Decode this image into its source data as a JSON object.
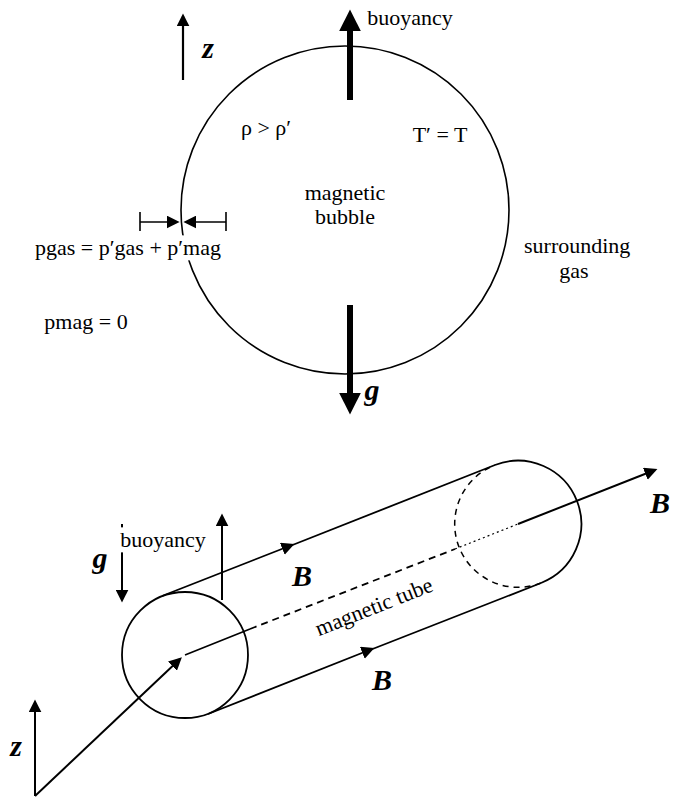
{
  "diagram": {
    "nodes": [
      {
        "text": [
          "magnetic bubble"
        ]
      },
      {
        "text": [
          "magnetic tube"
        ]
      }
    ],
    "labels": [
      "z",
      "buoyancy",
      "ρ > ρ′",
      "T′ = T",
      "pgas = p′gas + p′mag",
      "surrounding gas",
      "pmag = 0",
      "g",
      "buoyancy",
      "g",
      "B",
      "B",
      "B",
      "z"
    ]
  }
}
